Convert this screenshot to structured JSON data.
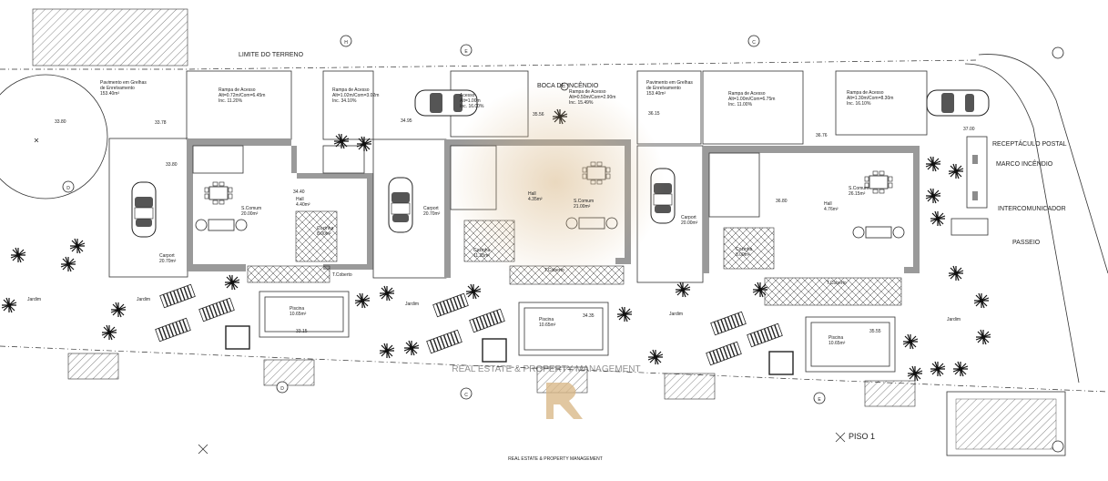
{
  "plan": {
    "top_labels": {
      "boundary": "LIMITE DO TERRENO",
      "hydrant": "BOCA DE INCÊNDIO"
    },
    "right_labels": {
      "mailbox": "RECEPTÁCULO POSTAL",
      "fire_mark": "MARCO INCÊNDIO",
      "intercom": "INTERCOMUNICADOR",
      "sidewalk": "PASSEIO"
    },
    "floor_label": "PISO 1",
    "watermark_text": "REAL ESTATE & PROPERTY MANAGEMENT",
    "watermark_small": "REAL ESTATE & PROPERTY MANAGEMENT",
    "grid_markers": [
      "H",
      "D",
      "C",
      "E",
      "D",
      "C",
      "E"
    ],
    "units": [
      {
        "paving": "Pavimento em Grelhas\nde Enrelvamento\n153.40m²",
        "ramp_a": "Rampa de Acesso\nAlt=0.72m/Com=6.45m\nInc. 11.20%",
        "ramp_b": "Rampa de Acesso\nAlt=1.02m/Com=3.02m\nInc. 34.10%",
        "carport": "Carport\n20.70m²",
        "living": "S.Comum\n20.00m²",
        "kitchen": "Cozinha\n8.00m²",
        "terrace": "T.Coberto",
        "pool": "Piscina\n10.65m²",
        "garden": "Jardim",
        "level": "33.15",
        "hall": "Hall\n4.40m²"
      },
      {
        "paving": "",
        "ramp_a": "Rampa de Acesso\nAlt=0.50m/Com=2.90m\nInc. 15.49%",
        "ramp_b": "Acesso\nAlt=1.00m\nInc. 16.00%",
        "carport": "Carport\n20.70m²",
        "living": "S.Comum\n21.00m²",
        "kitchen": "Cozinha\n11.35m²",
        "terrace": "T.Coberto",
        "pool": "Piscina\n10.65m²",
        "garden": "Jardim",
        "level": "34.35",
        "hall": "Hall\n4.35m²"
      },
      {
        "paving": "Pavimento em Grelhas\nde Enrelvamento\n153.40m²",
        "ramp_a": "Rampa de Acesso\nAlt=1.00m/Com=6.75m\nInc. 11.00%",
        "ramp_b": "Rampa de Acesso\nAlt=1.30m/Com=8.30m\nInc. 16.10%",
        "carport": "Carport\n20.00m²",
        "living": "S.Comum\n26.15m²",
        "kitchen": "Cozinha\n8.00m²",
        "terrace": "T.Coberto",
        "pool": "Piscina\n10.65m²",
        "garden": "Jardim",
        "level": "35.55",
        "hall": "Hall\n4.76m²"
      }
    ],
    "levels": [
      "33.80",
      "33.78",
      "33.80",
      "34.40",
      "34.95",
      "35.56",
      "36.15",
      "36.76",
      "36.80",
      "37.00"
    ]
  }
}
